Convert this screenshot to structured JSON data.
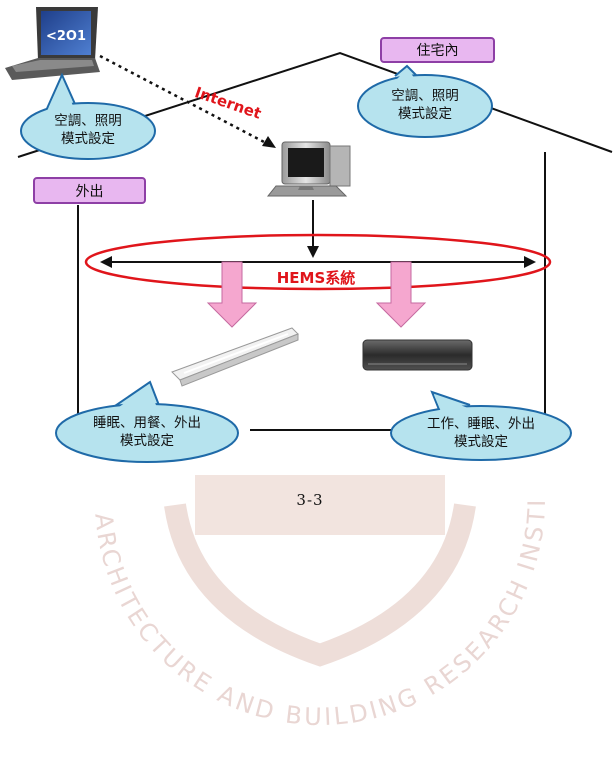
{
  "labels": {
    "internet": "Internet",
    "indoor_tag": "住宅內",
    "outdoor_tag": "外出",
    "bubble_remote": "空調、照明\n模式設定",
    "bubble_indoor": "空調、照明\n模式設定",
    "bubble_light": "睡眠、用餐、外出\n模式設定",
    "bubble_aircon": "工作、睡眠、外出\n模式設定",
    "hems": "HEMS系統"
  },
  "caption": "3-3",
  "watermark": {
    "arc_text": "ARCHITECTURE AND BUILDING RESEARCH INSTITUTE, MINISTRY OF THE INTERIOR"
  },
  "colors": {
    "bubble_fill": "#b6e3ee",
    "bubble_stroke": "#1f6aa8",
    "tag_fill": "#e8b7f0",
    "tag_stroke": "#8e3fa6",
    "arrow_pink": "#f5a7cf",
    "ellipse_red": "#e0151b",
    "watermark": "#e9d6d3"
  },
  "icons": [
    "laptop-icon",
    "desktop-computer-icon",
    "fluorescent-light-icon",
    "air-conditioner-icon"
  ]
}
